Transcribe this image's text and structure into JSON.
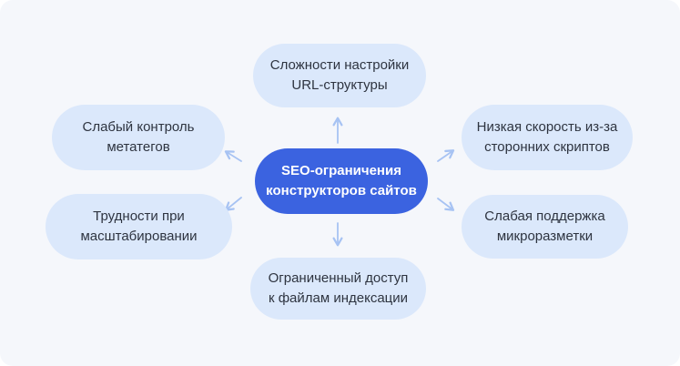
{
  "colors": {
    "card_bg": "#f5f7fb",
    "node_bg": "#dbe8fb",
    "center_bg": "#3b63e0",
    "node_text": "#2e3440",
    "center_text": "#ffffff",
    "arrow": "#a7c3f3"
  },
  "center": {
    "line1": "SEO-ограничения",
    "line2": "конструкторов сайтов"
  },
  "nodes": {
    "top": {
      "line1": "Сложности настройки",
      "line2": "URL-структуры"
    },
    "top_left": {
      "line1": "Слабый контроль",
      "line2": "метатегов"
    },
    "top_right": {
      "line1": "Низкая скорость из-за",
      "line2": "сторонних скриптов"
    },
    "bottom_left": {
      "line1": "Трудности при",
      "line2": "масштабировании"
    },
    "bottom_right": {
      "line1": "Слабая поддержка",
      "line2": "микроразметки"
    },
    "bottom": {
      "line1": "Ограниченный доступ",
      "line2": "к файлам индексации"
    }
  }
}
